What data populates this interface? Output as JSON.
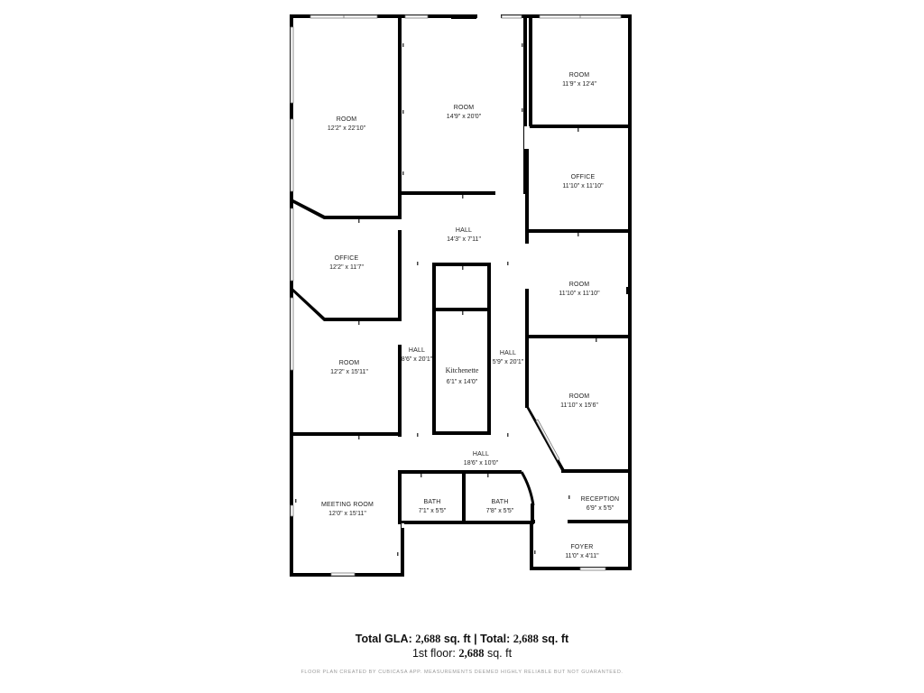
{
  "rooms": [
    {
      "id": "room-nw",
      "name": "ROOM",
      "dims": "12'2\" x 22'10\""
    },
    {
      "id": "room-n-center",
      "name": "ROOM",
      "dims": "14'9\" x 20'0\""
    },
    {
      "id": "room-ne",
      "name": "ROOM",
      "dims": "11'9\" x 12'4\""
    },
    {
      "id": "office-e",
      "name": "OFFICE",
      "dims": "11'10\" x 11'10\""
    },
    {
      "id": "hall-n",
      "name": "HALL",
      "dims": "14'3\" x 7'11\""
    },
    {
      "id": "office-w",
      "name": "OFFICE",
      "dims": "12'2\" x 11'7\""
    },
    {
      "id": "room-e",
      "name": "ROOM",
      "dims": "11'10\" x 11'10\""
    },
    {
      "id": "hall-w",
      "name": "HALL",
      "dims": "8'6\" x 20'1\""
    },
    {
      "id": "kitchenette",
      "name": "Kitchenette",
      "dims": "6'1\" x 14'0\""
    },
    {
      "id": "hall-e",
      "name": "HALL",
      "dims": "5'9\" x 20'1\""
    },
    {
      "id": "room-w",
      "name": "ROOM",
      "dims": "12'2\" x 15'11\""
    },
    {
      "id": "room-se",
      "name": "ROOM",
      "dims": "11'10\" x 15'6\""
    },
    {
      "id": "hall-s",
      "name": "HALL",
      "dims": "18'6\" x 10'0\""
    },
    {
      "id": "meeting-room",
      "name": "MEETING ROOM",
      "dims": "12'0\" x 15'11\""
    },
    {
      "id": "bath-1",
      "name": "BATH",
      "dims": "7'1\" x 5'5\""
    },
    {
      "id": "bath-2",
      "name": "BATH",
      "dims": "7'8\" x 5'5\""
    },
    {
      "id": "reception",
      "name": "RECEPTION",
      "dims": "6'9\" x 5'5\""
    },
    {
      "id": "foyer",
      "name": "FOYER",
      "dims": "11'0\" x 4'11\""
    }
  ],
  "summary": {
    "gla_label": "Total GLA:",
    "gla_value": "2,688",
    "gla_unit": "sq. ft",
    "separator": "|",
    "total_label": "Total:",
    "total_value": "2,688",
    "total_unit": "sq. ft",
    "floor_label": "1st floor:",
    "floor_value": "2,688",
    "floor_unit": "sq. ft"
  },
  "disclaimer": "FLOOR PLAN CREATED BY CUBICASA APP. MEASUREMENTS DEEMED HIGHLY RELIABLE BUT NOT GUARANTEED."
}
